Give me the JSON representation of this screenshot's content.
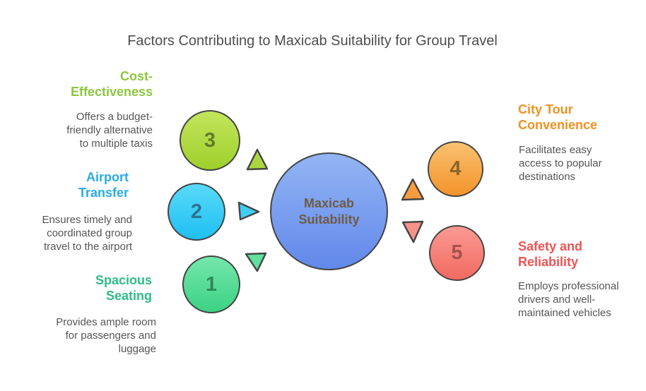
{
  "title": "Factors Contributing to Maxicab Suitability for Group Travel",
  "center": {
    "label": "Maxicab Suitability",
    "fill": "#6288ea",
    "fill_light": "#93b5f4",
    "text_color": "#6f5b44"
  },
  "outline_color": "#444444",
  "background": "#ffffff",
  "factors": [
    {
      "number": "1",
      "heading": "Spacious Seating",
      "description": "Provides ample room for passengers and luggage",
      "heading_color": "#2fbd87",
      "fill": "#3cd284",
      "fill_light": "#74e7ab",
      "number_color": "#2e8a58",
      "arrow_direction": "down",
      "arrow_fill": "#5fe09d",
      "side": "left"
    },
    {
      "number": "2",
      "heading": "Airport Transfer",
      "description": "Ensures timely and coordinated group travel to the airport",
      "heading_color": "#2aabe2",
      "fill": "#1fc0f2",
      "fill_light": "#58d9f9",
      "number_color": "#2c7291",
      "arrow_direction": "right",
      "arrow_fill": "#3ecdf5",
      "side": "left"
    },
    {
      "number": "3",
      "heading": "Cost-Effectiveness",
      "description": "Offers a budget-friendly alternative to multiple taxis",
      "heading_color": "#8cc63e",
      "fill": "#9ed02b",
      "fill_light": "#c3e55c",
      "number_color": "#627c2e",
      "arrow_direction": "up",
      "arrow_fill": "#a9d83e",
      "side": "left"
    },
    {
      "number": "4",
      "heading": "City Tour Convenience",
      "description": "Facilitates easy access to popular destinations",
      "heading_color": "#ef9122",
      "fill": "#f3932a",
      "fill_light": "#fac172",
      "number_color": "#8c6527",
      "arrow_direction": "up",
      "arrow_fill": "#f89c40",
      "side": "right"
    },
    {
      "number": "5",
      "heading": "Safety and Reliability",
      "description": "Employs professional drivers and well-maintained vehicles",
      "heading_color": "#f15252",
      "fill": "#f16a60",
      "fill_light": "#fa9a93",
      "number_color": "#a6514a",
      "arrow_direction": "down",
      "arrow_fill": "#f8928b",
      "side": "right"
    }
  ]
}
